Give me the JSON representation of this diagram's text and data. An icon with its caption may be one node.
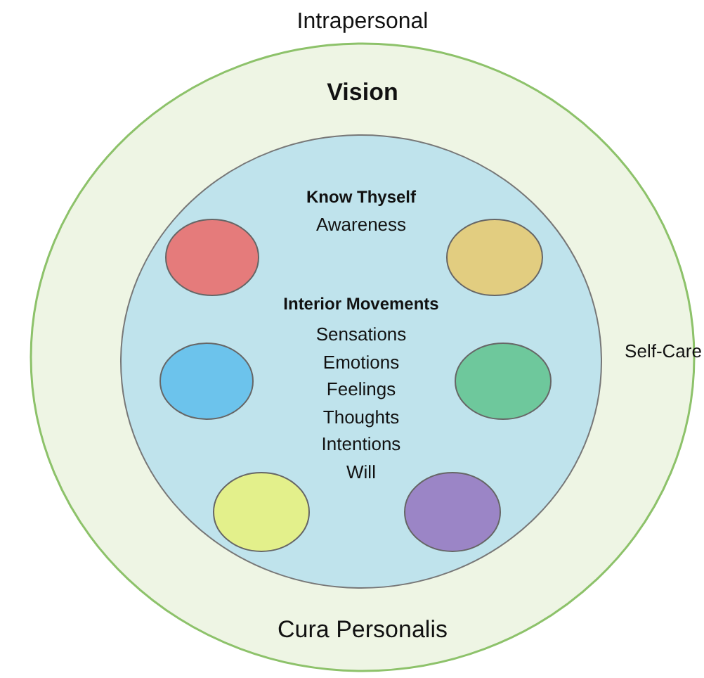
{
  "diagram": {
    "nodes": [
      {
        "text": [
          "Intrapersonal",
          "Vision",
          "Cura Personalis",
          "Self-Care"
        ]
      },
      {
        "text": [
          "Know Thyself",
          "Awareness",
          "Interior Movements",
          "Sensations Emotions Feelings Thoughts Intentions Will"
        ],
        "in": 0
      },
      {
        "text": [],
        "shape": "circle",
        "in": 1
      },
      {
        "text": [],
        "shape": "circle",
        "in": 1
      },
      {
        "text": [],
        "shape": "circle",
        "in": 1
      },
      {
        "text": [],
        "shape": "circle",
        "in": 1
      },
      {
        "text": [],
        "shape": "circle",
        "in": 1
      },
      {
        "text": [],
        "shape": "circle",
        "in": 1
      }
    ]
  }
}
